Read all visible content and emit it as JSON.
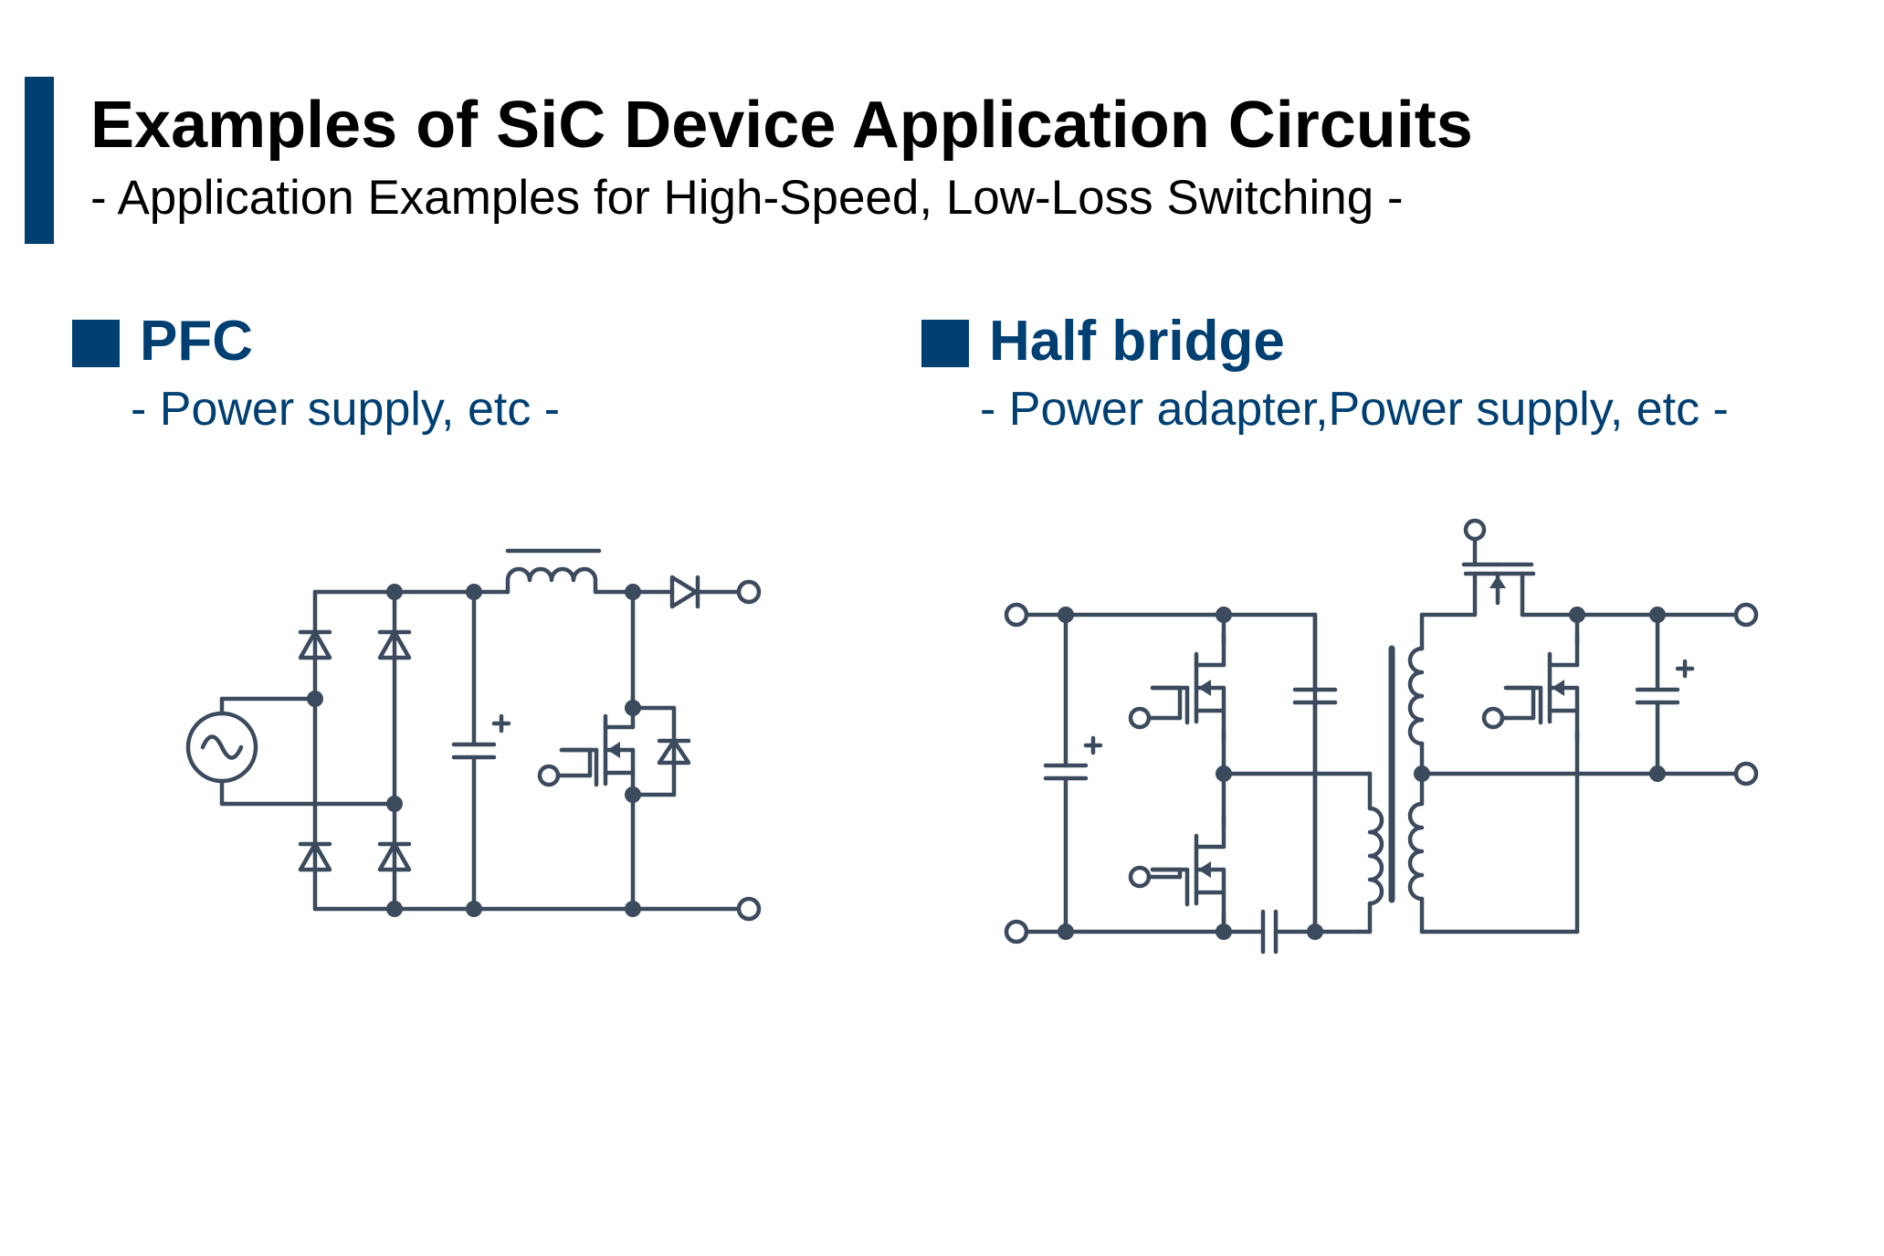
{
  "header": {
    "title": "Examples of SiC Device Application Circuits",
    "subtitle": "- Application Examples for High-Speed, Low-Loss Switching -"
  },
  "sections": [
    {
      "title": "PFC",
      "subtitle": "- Power supply, etc -"
    },
    {
      "title": "Half bridge",
      "subtitle": "- Power adapter,Power supply, etc -"
    }
  ],
  "colors": {
    "accent": "#003f72",
    "wire": "#3b4a5c",
    "title_text": "#000000"
  }
}
